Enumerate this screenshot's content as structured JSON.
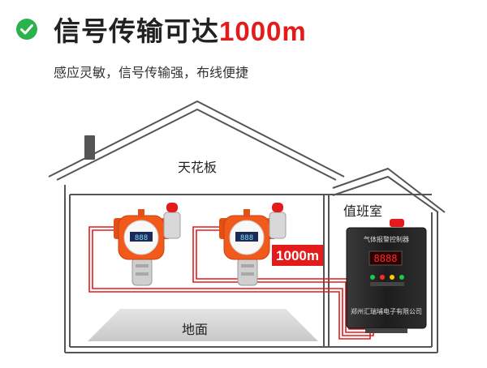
{
  "header": {
    "title_main": "信号传输可达",
    "title_accent": "1000m",
    "subtitle": "感应灵敏，信号传输强，布线便捷",
    "check_icon": "check-circle-icon"
  },
  "house": {
    "ceiling_label": "天花板",
    "floor_label": "地面",
    "duty_room_label": "值班室",
    "distance_badge": "1000m",
    "controller_title": "气体报警控制器",
    "controller_display": "8888",
    "controller_maker": "郑州汇瑞埔电子有限公司"
  },
  "colors": {
    "accent": "#e31b1b",
    "check": "#2bb24c",
    "detector": "#f25a1c",
    "wire": "#e31b1b",
    "house_line": "#555555"
  }
}
